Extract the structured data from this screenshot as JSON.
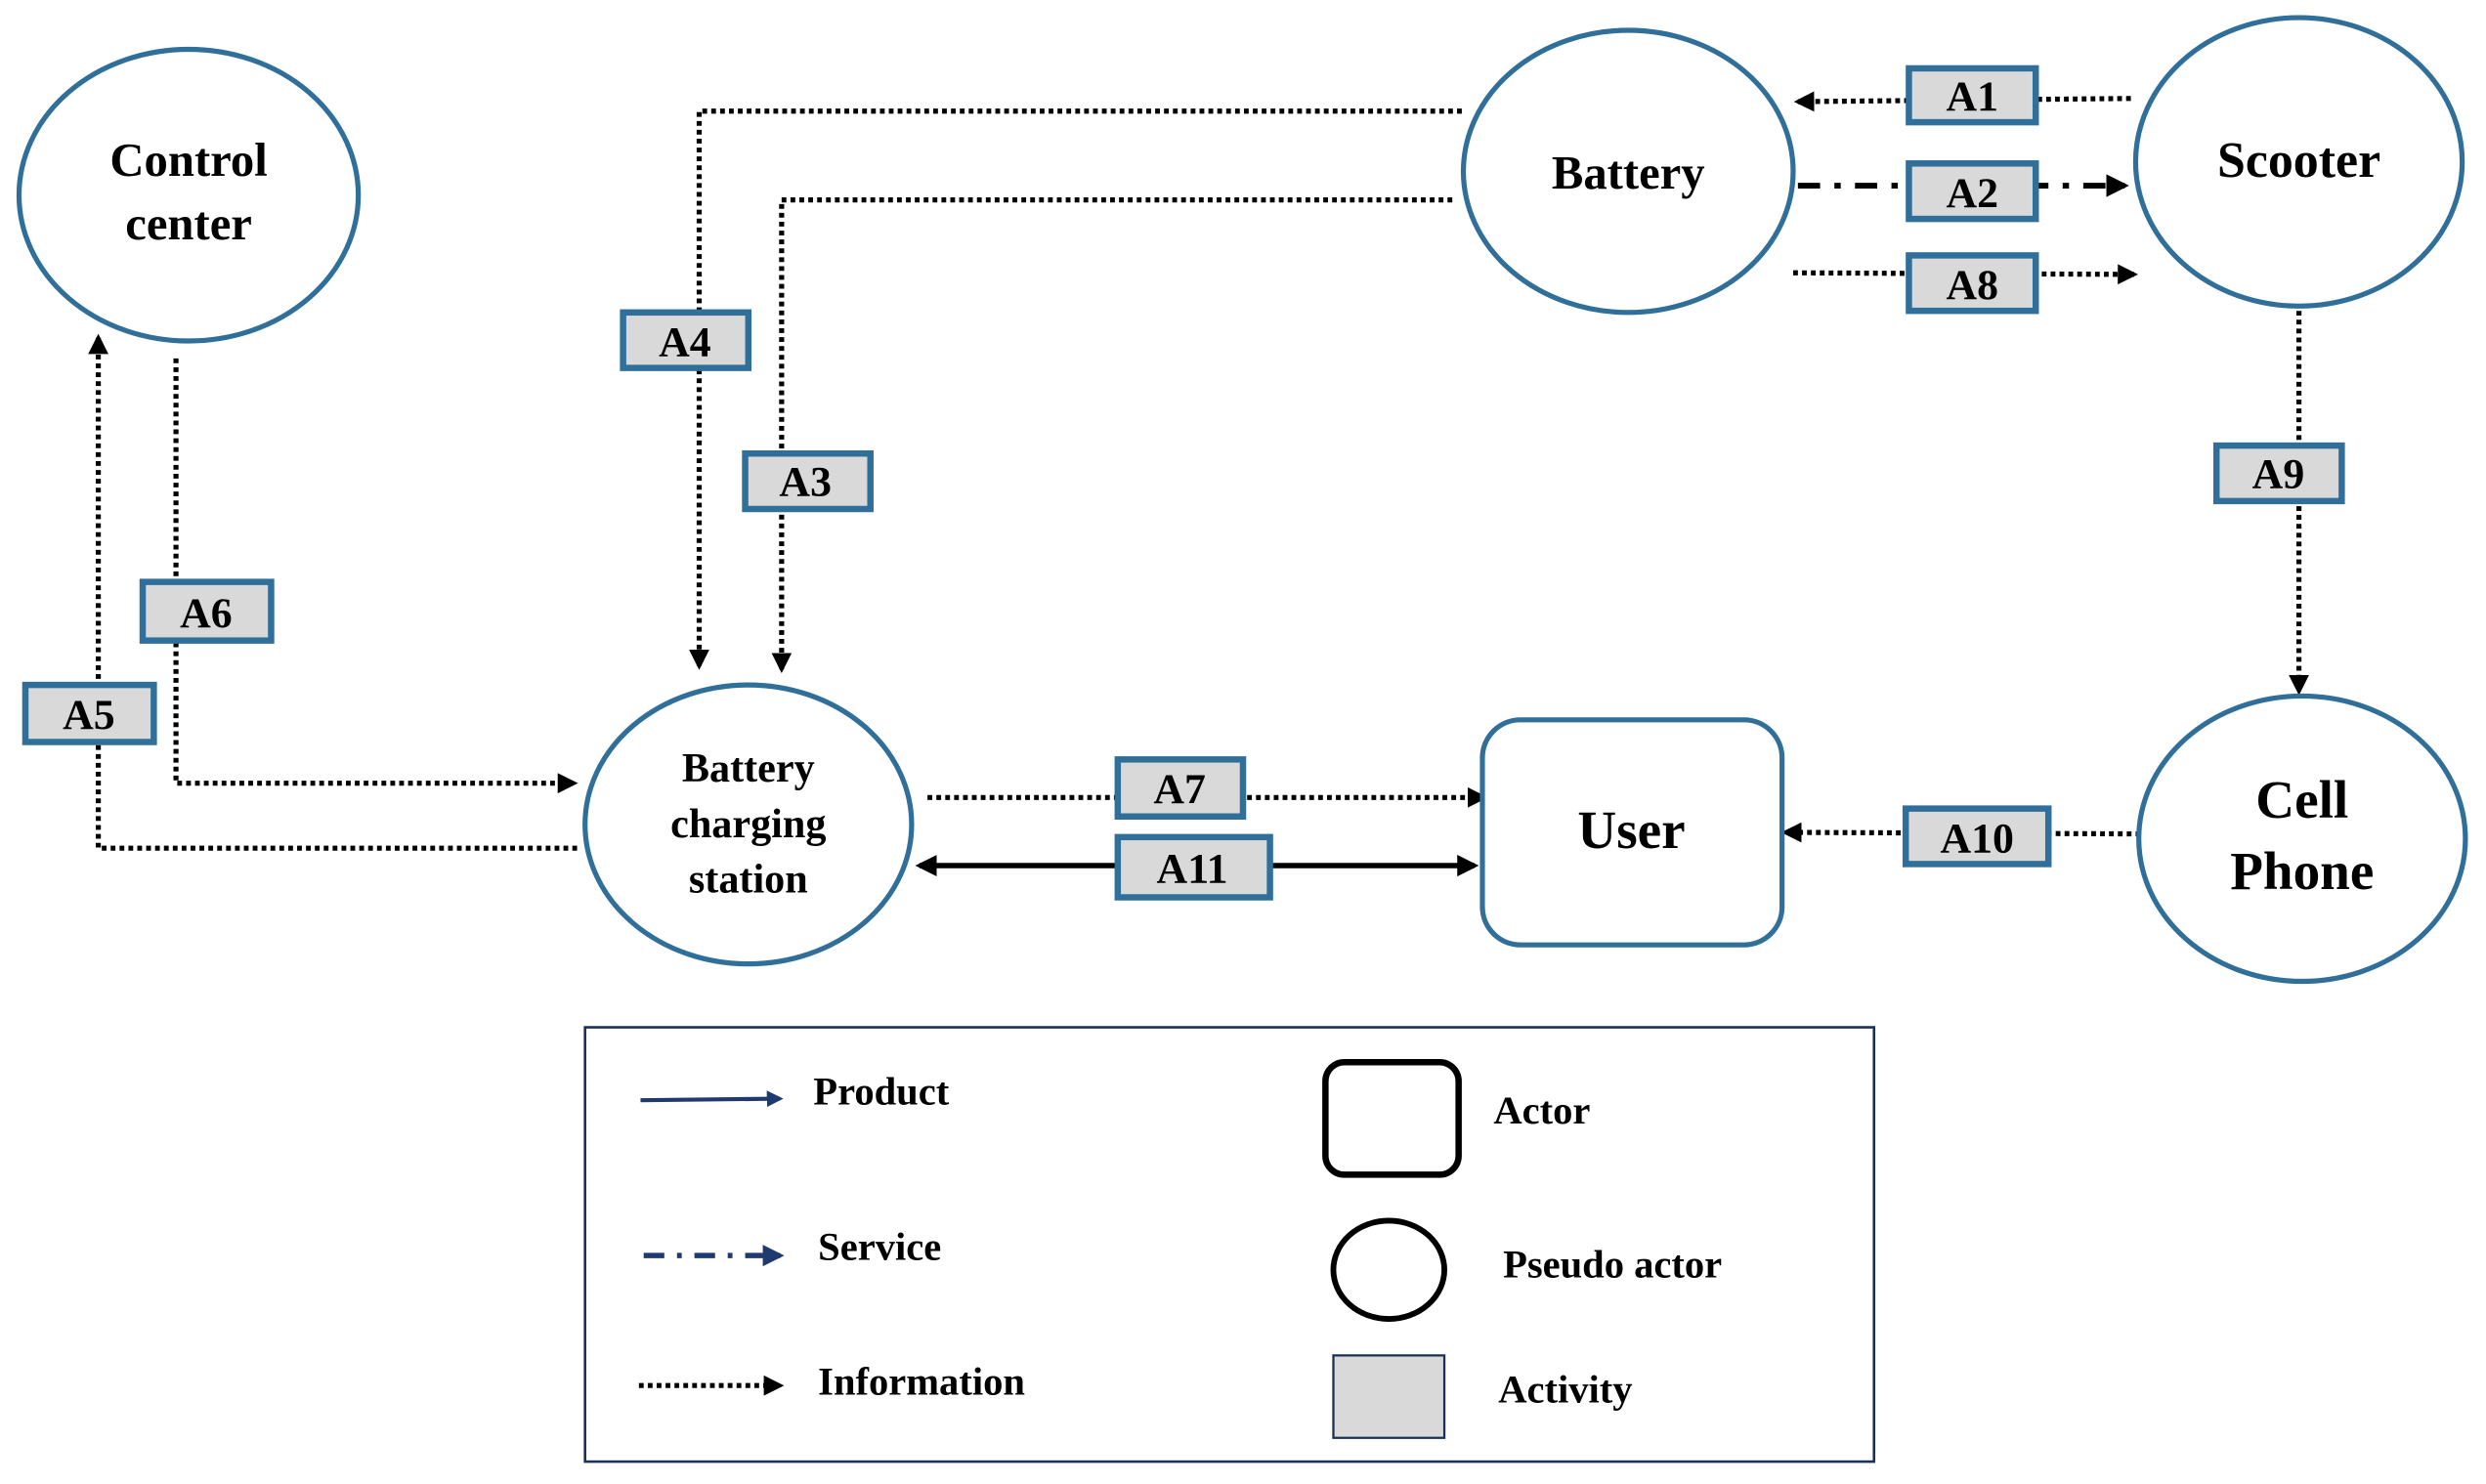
{
  "nodes": {
    "control_center": {
      "line1": "Control",
      "line2": "center",
      "kind": "pseudo-actor"
    },
    "battery": {
      "label": "Battery",
      "kind": "pseudo-actor"
    },
    "scooter": {
      "label": "Scooter",
      "kind": "pseudo-actor"
    },
    "charging_station": {
      "line1": "Battery",
      "line2": "charging",
      "line3": "station",
      "kind": "pseudo-actor"
    },
    "user": {
      "label": "User",
      "kind": "actor"
    },
    "cell_phone": {
      "line1": "Cell",
      "line2": "Phone",
      "kind": "pseudo-actor"
    }
  },
  "activities": {
    "a1": "A1",
    "a2": "A2",
    "a3": "A3",
    "a4": "A4",
    "a5": "A5",
    "a6": "A6",
    "a7": "A7",
    "a8": "A8",
    "a9": "A9",
    "a10": "A10",
    "a11": "A11"
  },
  "flows": [
    {
      "activity": "A1",
      "from": "Scooter",
      "to": "Battery",
      "type": "Information"
    },
    {
      "activity": "A2",
      "from": "Battery",
      "to": "Scooter",
      "type": "Service"
    },
    {
      "activity": "A3",
      "from": "Battery",
      "to": "Battery charging station",
      "type": "Information"
    },
    {
      "activity": "A4",
      "from": "Battery",
      "to": "Battery charging station",
      "type": "Information"
    },
    {
      "activity": "A5",
      "from": "Battery charging station",
      "to": "Control center",
      "type": "Information"
    },
    {
      "activity": "A6",
      "from": "Control center",
      "to": "Battery charging station",
      "type": "Information"
    },
    {
      "activity": "A7",
      "from": "Battery charging station",
      "to": "User",
      "type": "Information"
    },
    {
      "activity": "A8",
      "from": "Battery",
      "to": "Scooter",
      "type": "Information"
    },
    {
      "activity": "A9",
      "from": "Scooter",
      "to": "Cell Phone",
      "type": "Information"
    },
    {
      "activity": "A10",
      "from": "Cell Phone",
      "to": "User",
      "type": "Information"
    },
    {
      "activity": "A11",
      "from": "Battery charging station",
      "to": "User",
      "type": "Product",
      "bidirectional": true
    }
  ],
  "legend": {
    "product": "Product",
    "service": "Service",
    "information": "Information",
    "actor": "Actor",
    "pseudo_actor": "Pseudo actor",
    "activity": "Activity"
  },
  "colors": {
    "node_stroke": "#2f6f99",
    "activity_fill": "#d9d9d9",
    "legend_arrow": "#1f3a6e"
  }
}
